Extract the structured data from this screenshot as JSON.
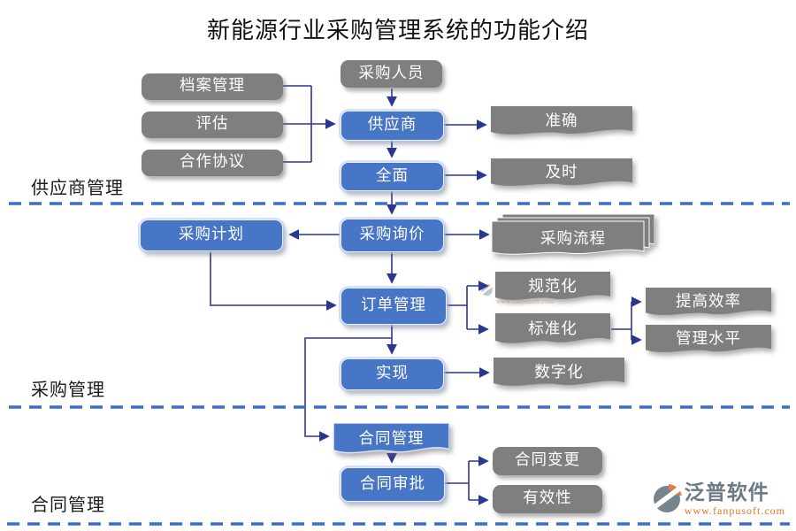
{
  "title": "新能源行业采购管理系统的功能介绍",
  "section_labels": {
    "supplier": "供应商管理",
    "procurement": "采购管理",
    "contract": "合同管理"
  },
  "nodes": {
    "dangan": "档案管理",
    "pinggu": "评估",
    "hezuo": "合作协议",
    "caigou_renyuan": "采购人员",
    "gongyingshang": "供应商",
    "quanmian": "全面",
    "zhunque": "准确",
    "jishi": "及时",
    "caigou_jihua": "采购计划",
    "caigou_xunjia": "采购询价",
    "caigou_liucheng": "采购流程",
    "dingdan_guanli": "订单管理",
    "guifanhua": "规范化",
    "biaozhunhua": "标准化",
    "tigao_xiaolv": "提高效率",
    "guanli_shuiping": "管理水平",
    "shixian": "实现",
    "shuzihua": "数字化",
    "hetong_guanli": "合同管理",
    "hetong_shenpi": "合同审批",
    "hetong_biangeng": "合同变更",
    "youxiaoxing": "有效性"
  },
  "edges": [
    {
      "from": "档案管理",
      "to": "供应商"
    },
    {
      "from": "评估",
      "to": "供应商"
    },
    {
      "from": "合作协议",
      "to": "供应商"
    },
    {
      "from": "采购人员",
      "to": "供应商"
    },
    {
      "from": "供应商",
      "to": "全面"
    },
    {
      "from": "供应商",
      "to": "准确"
    },
    {
      "from": "全面",
      "to": "及时"
    },
    {
      "from": "全面",
      "to": "采购询价"
    },
    {
      "from": "采购询价",
      "to": "采购计划"
    },
    {
      "from": "采购询价",
      "to": "采购流程"
    },
    {
      "from": "采购询价",
      "to": "订单管理"
    },
    {
      "from": "采购计划",
      "to": "订单管理"
    },
    {
      "from": "订单管理",
      "to": "规范化"
    },
    {
      "from": "订单管理",
      "to": "标准化"
    },
    {
      "from": "标准化",
      "to": "提高效率"
    },
    {
      "from": "标准化",
      "to": "管理水平"
    },
    {
      "from": "订单管理",
      "to": "实现"
    },
    {
      "from": "实现",
      "to": "数字化"
    },
    {
      "from": "订单管理",
      "to": "合同管理"
    },
    {
      "from": "合同管理",
      "to": "合同审批"
    },
    {
      "from": "合同审批",
      "to": "合同变更"
    },
    {
      "from": "合同审批",
      "to": "有效性"
    }
  ],
  "watermark": {
    "text": "泛普软件",
    "subtext": "www.fanpusoft.com"
  },
  "logo": {
    "name": "泛普软件",
    "url": "www.fanpusoft.com"
  },
  "colors": {
    "node_blue": "#4876C6",
    "node_gray": "#7F7F7F",
    "connector": "#2B3690",
    "divider": "#3A6FC5",
    "logo_orange": "#E8731C"
  }
}
